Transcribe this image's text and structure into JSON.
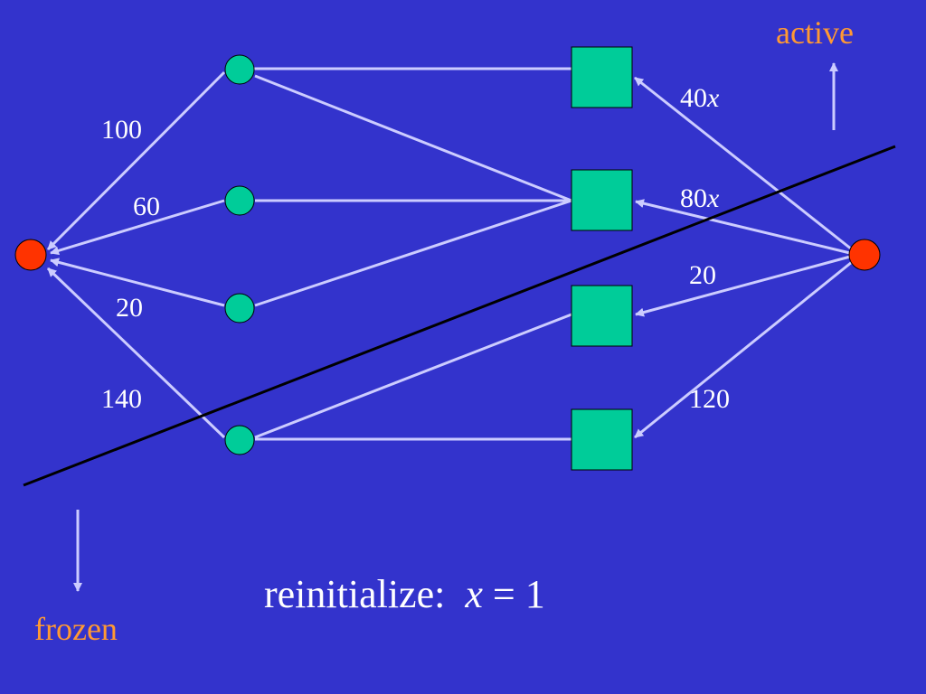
{
  "colors": {
    "background": "#3333cc",
    "edge": "#ccccff",
    "node_green": "#00cc99",
    "node_red": "#ff3300",
    "cut_line": "#000000",
    "label_orange": "#ff9933",
    "label_white": "#ffffff"
  },
  "labels": {
    "active": "active",
    "frozen": "frozen"
  },
  "edge_labels": {
    "e100": "100",
    "e60": "60",
    "e20_left": "20",
    "e140": "140",
    "e40x_num": "40",
    "e80x_num": "80",
    "var": "x",
    "e20_right": "20",
    "e120": "120"
  },
  "caption": {
    "prefix": "reinitialize:",
    "var": "x",
    "rest": " = 1"
  }
}
